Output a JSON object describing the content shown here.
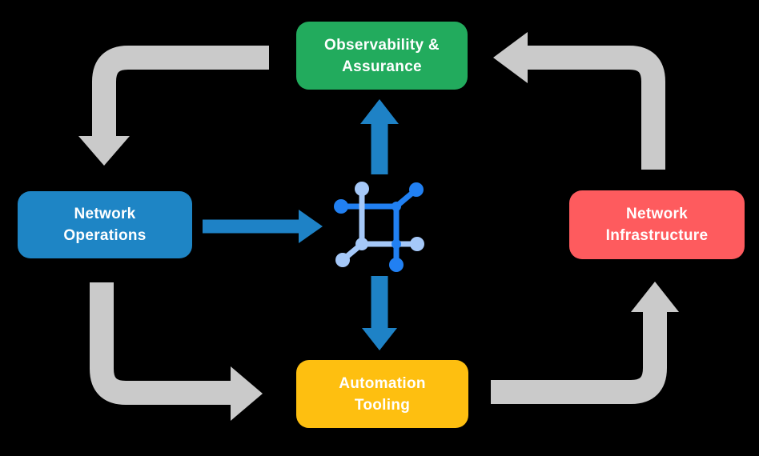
{
  "diagram": {
    "background": "#000000",
    "boxes": {
      "observability": {
        "line1": "Observability &",
        "line2": "Assurance",
        "color": "#22AB5D"
      },
      "operations": {
        "line1": "Network",
        "line2": "Operations",
        "color": "#1E85C5"
      },
      "infrastructure": {
        "line1": "Network",
        "line2": "Infrastructure",
        "color": "#FE5B5E"
      },
      "automation": {
        "line1": "Automation",
        "line2": "Tooling",
        "color": "#FEBF10"
      }
    },
    "colors": {
      "cycle_arrow": "#CACACA",
      "flow_arrow": "#1E82C6",
      "icon_primary": "#2180F2",
      "icon_light": "#A5C8F8",
      "text": "#FFFFFF"
    },
    "center_icon": "network-nodes-icon"
  }
}
